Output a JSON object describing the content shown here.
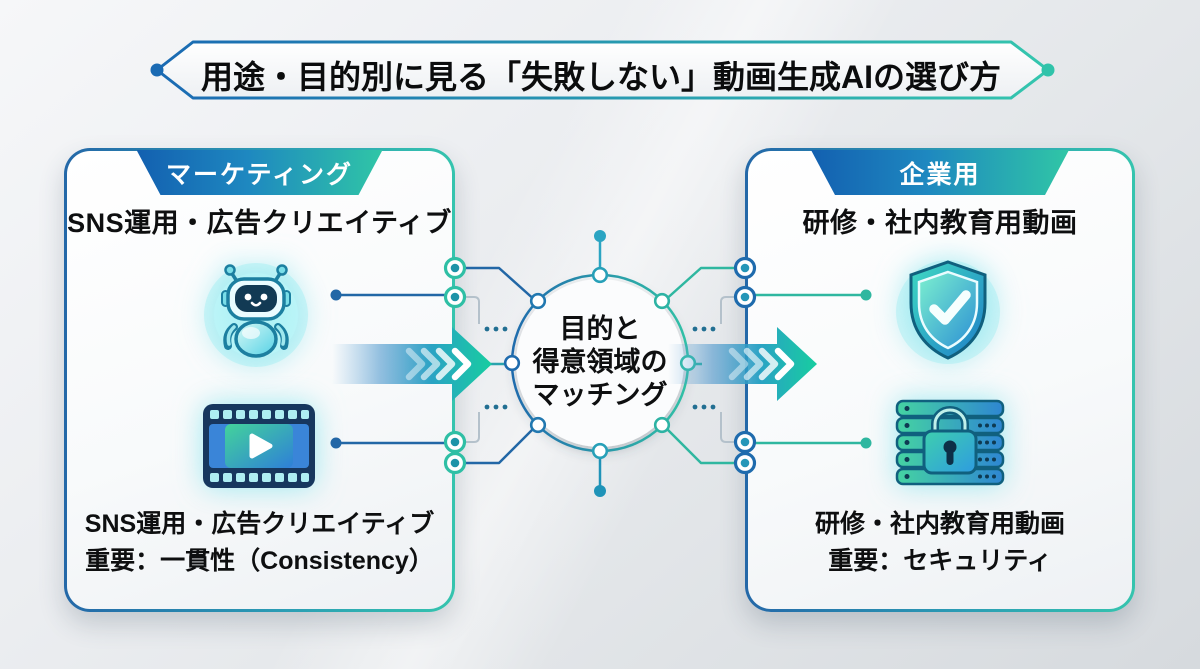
{
  "title": "用途・目的別に見る「失敗しない」動画生成AIの選び方",
  "left_card": {
    "banner": "マーケティング",
    "heading": "SNS運用・広告クリエイティブ",
    "icons": [
      "robot-icon",
      "film-strip-icon"
    ],
    "footer_line1": "SNS運用・広告クリエイティブ",
    "footer_line2": "重要：一貫性（Consistency）"
  },
  "center_circle": {
    "line1": "目的と",
    "line2": "得意領域の",
    "line3": "マッチング"
  },
  "right_card": {
    "banner": "企業用",
    "heading": "研修・社内教育用動画",
    "icons": [
      "shield-check-icon",
      "server-lock-icon"
    ],
    "footer_line1": "研修・社内教育用動画",
    "footer_line2": "重要：セキュリティ"
  },
  "colors": {
    "accent_blue": "#1f6bad",
    "accent_teal": "#31c1a6",
    "banner_gradient_start": "#1360b0",
    "banner_gradient_end": "#30c6a6",
    "text_dark": "#0e0f10",
    "background": "#e8eaed"
  }
}
